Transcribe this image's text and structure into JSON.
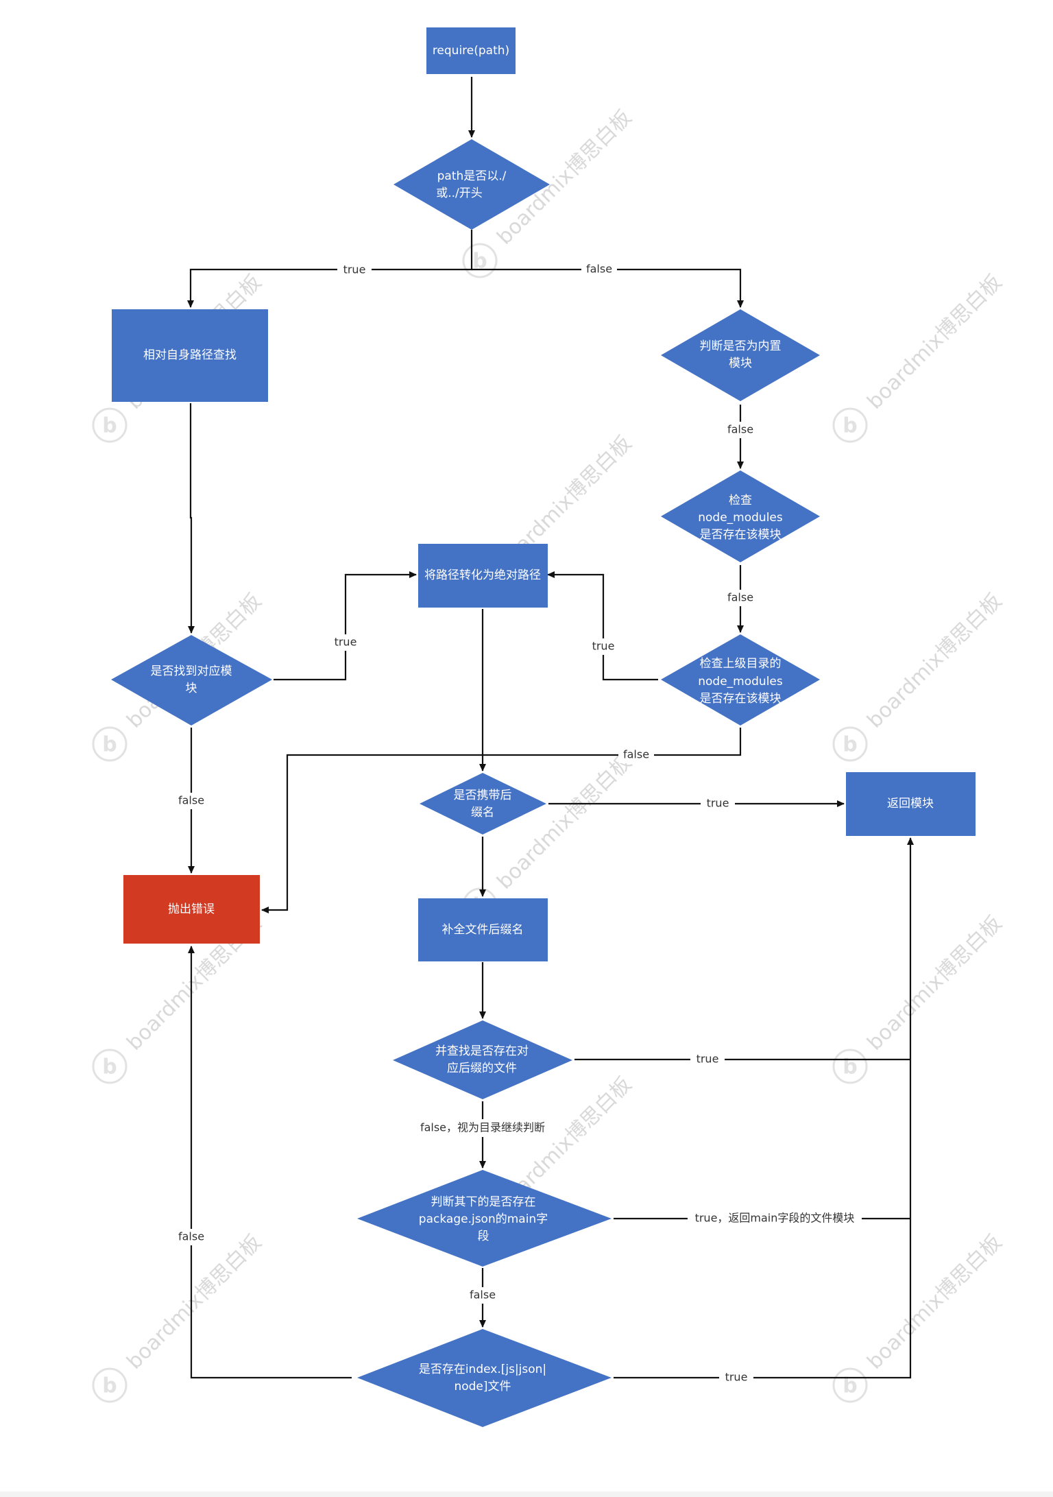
{
  "colors": {
    "node": "#4472C4",
    "error": "#D23A22",
    "edge": "#111111",
    "label": "#333333"
  },
  "watermark": {
    "text": "boardmix博思白板",
    "icon": "boardmix-logo-icon"
  },
  "nodes": {
    "start": "require(path)",
    "check_relative": [
      "path是否以./",
      "或../开头"
    ],
    "find_relative": "相对自身路径查找",
    "builtin": [
      "判断是否为内置",
      "模块"
    ],
    "check_node_modules": [
      "检查",
      "node_modules",
      "是否存在该模块"
    ],
    "to_absolute": "将路径转化为绝对路径",
    "check_parent": [
      "检查上级目录的",
      "node_modules",
      "是否存在该模块"
    ],
    "found_module": [
      "是否找到对应模",
      "块"
    ],
    "has_ext": [
      "是否携带后",
      "缀名"
    ],
    "return_module": "返回模块",
    "throw_error": "抛出错误",
    "add_ext": "补全文件后缀名",
    "find_ext_file": [
      "并查找是否存在对",
      "应后缀的文件"
    ],
    "check_pkg": [
      "判断其下的是否存在",
      "package.json的main字",
      "段"
    ],
    "check_index": [
      "是否存在index.[js|json|",
      "node]文件"
    ]
  },
  "edges": {
    "true": "true",
    "false": "false",
    "false_as_dir": "false，视为目录继续判断",
    "true_return_main": "true，返回main字段的文件模块"
  }
}
